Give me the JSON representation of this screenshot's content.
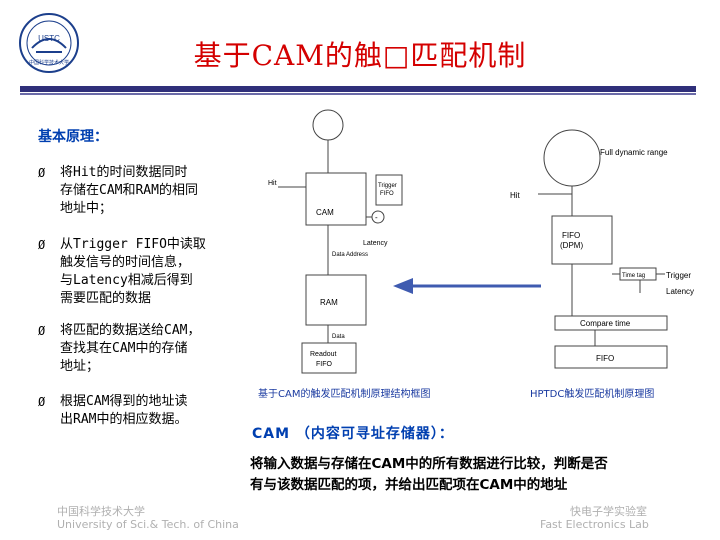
{
  "title": "基于CAM的触□匹配机制",
  "logo": {
    "text_top": "USTC",
    "text_bottom": "中国科学技术大学"
  },
  "section_heading": "基本原理：",
  "bullets": [
    {
      "marker": "Ø",
      "lines": [
        "将Hit的时间数据同时",
        "存储在CAM和RAM的相同",
        "地址中；"
      ]
    },
    {
      "marker": "Ø",
      "lines": [
        "从Trigger FIFO中读取",
        "触发信号的时间信息，",
        "与Latency相减后得到",
        "需要匹配的数据"
      ]
    },
    {
      "marker": "Ø",
      "lines": [
        "将匹配的数据送给CAM，",
        "查找其在CAM中的存储",
        "地址；"
      ]
    },
    {
      "marker": "Ø",
      "lines": [
        "根据CAM得到的地址读",
        "出RAM中的相应数据。"
      ]
    }
  ],
  "diagram1": {
    "hit": "Hit",
    "cam": "CAM",
    "trigger_fifo": [
      "Trigger",
      "FIFO"
    ],
    "minus": "-",
    "latency": "Latency",
    "data_address": "Data Address",
    "ram": "RAM",
    "data": "Data",
    "readout_fifo": [
      "Readout",
      "FIFO"
    ]
  },
  "diagram2": {
    "full_dynamic_range": "Full dynamic range",
    "hit": "Hit",
    "fifo_dpm": [
      "FIFO",
      "(DPM)"
    ],
    "time_tag": "Time tag",
    "trigger": "Trigger",
    "latency": "Latency",
    "compare_time": "Compare time",
    "fifo": "FIFO"
  },
  "caption_left": "基于CAM的触发匹配机制原理结构框图",
  "caption_right": "HPTDC触发匹配机制原理图",
  "cam_line": "CAM （内容可寻址存储器）：",
  "desc_lines": [
    "将输入数据与存储在CAM中的所有数据进行比较，判断是否",
    "有与该数据匹配的项，并给出匹配项在CAM中的地址"
  ],
  "footer_left": [
    "中国科学技术大学",
    "University of Sci.& Tech. of China"
  ],
  "footer_right": [
    "快电子学实验室",
    "Fast Electronics Lab"
  ],
  "colors": {
    "title": "#d40000",
    "accent": "#003fb0",
    "rule": "#2f2f7a",
    "arrow": "#3f5bb0",
    "footer": "#b0b0b0"
  }
}
